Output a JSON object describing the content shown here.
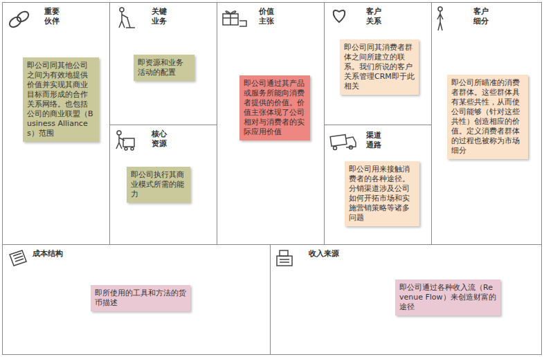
{
  "diagram": {
    "nodes": [
      {
        "text": [
          "重要 伙伴"
        ]
      },
      {
        "text": [
          "即公司同其他公司之间为有效地提供价值并实现其商业目标而形成的合作关系网络。也包括公司的商业联盟（Business Alliances）范围"
        ],
        "in": 0
      },
      {
        "text": [
          "关键 业务"
        ]
      },
      {
        "text": [
          "即资源和业务活动的配置"
        ],
        "in": 2
      },
      {
        "text": [
          "核心 资源"
        ]
      },
      {
        "text": [
          "即公司执行其商业模式所需的能力"
        ],
        "in": 4
      },
      {
        "text": [
          "价值 主张"
        ]
      },
      {
        "text": [
          "即公司通过其产品或服务所能向消费者提供的价值。价值主张体现了公司相对与消费者的实际应用价值"
        ],
        "in": 6
      },
      {
        "text": [
          "客户 关系"
        ]
      },
      {
        "text": [
          "即公司同其消费者群体之间所建立的联系。我们所说的客户关系管理CRM即于此相关"
        ],
        "in": 8
      },
      {
        "text": [
          "渠道 通路"
        ]
      },
      {
        "text": [
          "即公司用来接触消费者的各种途径。分销渠道涉及公司如何开拓市场和实施营销策略等诸多问题"
        ],
        "in": 10
      },
      {
        "text": [
          "客户 细分"
        ]
      },
      {
        "text": [
          "即公司所瞄准的消费者群体。这些群体具有某些共性，从而使公司能够（针对这些共性）创造相应的价值。定义消费者群体的过程也被称为市场细分"
        ],
        "in": 12
      },
      {
        "text": [
          "成本结构"
        ]
      },
      {
        "text": [
          "即所使用的工具和方法的货币描述"
        ],
        "in": 14
      },
      {
        "text": [
          "收入来源"
        ]
      },
      {
        "text": [
          "即公司通过各种收入流（Revenue Flow）来创造财富的途径"
        ],
        "in": 16
      }
    ]
  }
}
